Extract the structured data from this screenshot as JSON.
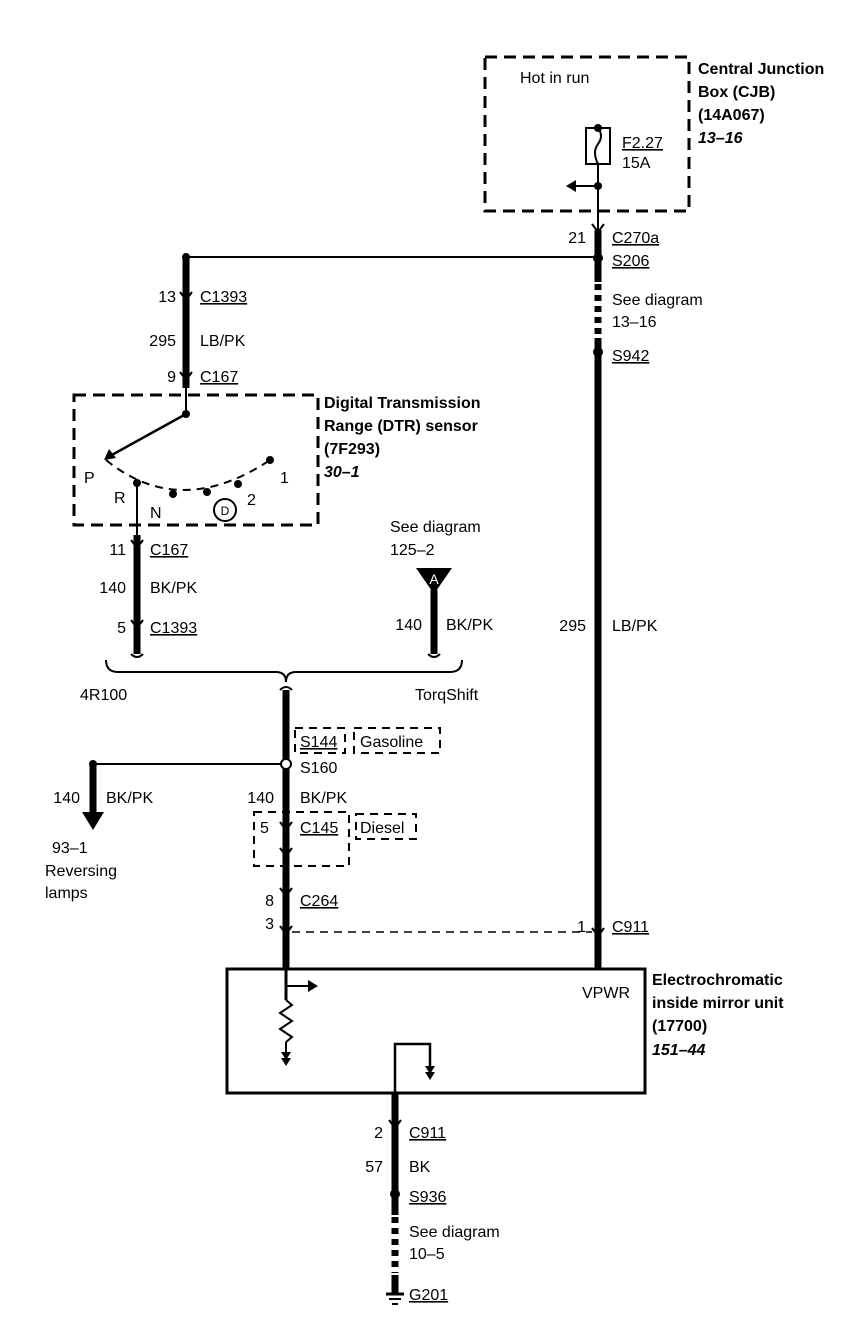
{
  "cjb": {
    "title_line1": "Central Junction",
    "title_line2": "Box (CJB)",
    "title_line3": "(14A067)",
    "ref": "13–16",
    "hot_label": "Hot in run",
    "fuse_id": "F2.27",
    "fuse_rating": "15A"
  },
  "right_wire": {
    "pin_c270a": "21",
    "c270a": "C270a",
    "s206": "S206",
    "see_line1": "See diagram",
    "see_line2": "13–16",
    "s942": "S942",
    "circuit": "295",
    "color": "LB/PK",
    "pin_c911": "1",
    "c911": "C911"
  },
  "left_wire": {
    "pin_c1393_top": "13",
    "c1393_top": "C1393",
    "circuit_top": "295",
    "color_top": "LB/PK",
    "pin_c167_top": "9",
    "c167_top": "C167",
    "pin_c167_bot": "11",
    "c167_bot": "C167",
    "circuit_bot": "140",
    "color_bot": "BK/PK",
    "pin_c1393_bot": "5",
    "c1393_bot": "C1393"
  },
  "dtr": {
    "title_line1": "Digital Transmission",
    "title_line2": "Range (DTR) sensor",
    "title_line3": "(7F293)",
    "ref": "30–1",
    "pos_p": "P",
    "pos_r": "R",
    "pos_n": "N",
    "pos_d": "D",
    "pos_2": "2",
    "pos_1": "1"
  },
  "torqshift": {
    "see_line1": "See diagram",
    "see_line2": "125–2",
    "marker": "A",
    "circuit": "140",
    "color": "BK/PK"
  },
  "options": {
    "left": "4R100",
    "right": "TorqShift"
  },
  "center_wire": {
    "s144": "S144",
    "gasoline": "Gasoline",
    "s160": "S160",
    "circuit": "140",
    "color": "BK/PK",
    "pin_c145": "5",
    "c145": "C145",
    "diesel": "Diesel",
    "pin_c264": "8",
    "c264": "C264",
    "pin_c911": "3"
  },
  "reversing": {
    "circuit": "140",
    "color": "BK/PK",
    "ref": "93–1",
    "label_line1": "Reversing",
    "label_line2": "lamps"
  },
  "mirror": {
    "vpwr": "VPWR",
    "title_line1": "Electrochromatic",
    "title_line2": "inside mirror unit",
    "title_line3": "(17700)",
    "ref": "151–44"
  },
  "ground_wire": {
    "pin_c911": "2",
    "c911": "C911",
    "circuit": "57",
    "color": "BK",
    "s936": "S936",
    "see_line1": "See diagram",
    "see_line2": "10–5",
    "g201": "G201"
  }
}
